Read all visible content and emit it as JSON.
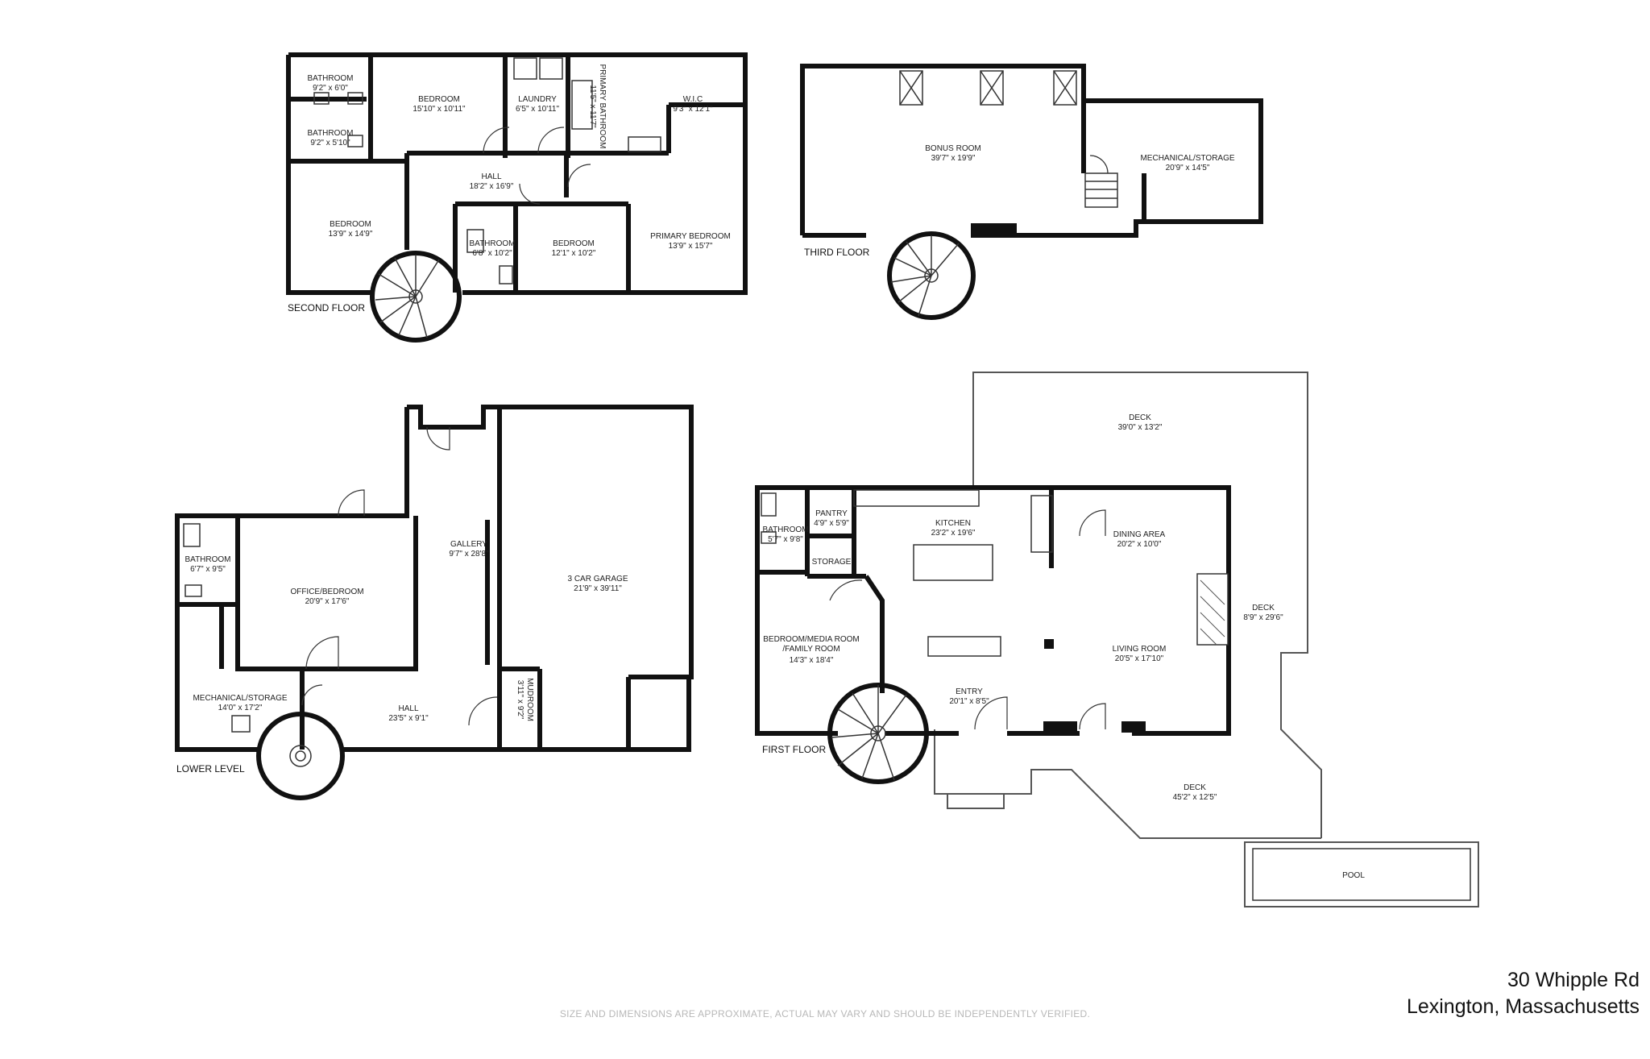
{
  "floors": [
    {
      "label": "SECOND FLOOR",
      "rooms": [
        {
          "name": "BATHROOM",
          "dim": "9'2\" x 6'0\""
        },
        {
          "name": "BEDROOM",
          "dim": "15'10\" x 10'11\""
        },
        {
          "name": "LAUNDRY",
          "dim": "6'5\" x 10'11\""
        },
        {
          "name": "PRIMARY BATHROOM",
          "dim": "11'5\" x 11'7\""
        },
        {
          "name": "W.I.C",
          "dim": "9'3\" x 12'1\""
        },
        {
          "name": "BATHROOM",
          "dim": "9'2\" x 5'10\""
        },
        {
          "name": "HALL",
          "dim": "18'2\" x 16'9\""
        },
        {
          "name": "BEDROOM",
          "dim": "13'9\" x 14'9\""
        },
        {
          "name": "BATHROOM",
          "dim": "6'8\" x 10'2\""
        },
        {
          "name": "BEDROOM",
          "dim": "12'1\" x 10'2\""
        },
        {
          "name": "PRIMARY BEDROOM",
          "dim": "13'9\" x 15'7\""
        }
      ]
    },
    {
      "label": "THIRD FLOOR",
      "rooms": [
        {
          "name": "BONUS ROOM",
          "dim": "39'7\" x 19'9\""
        },
        {
          "name": "MECHANICAL/STORAGE",
          "dim": "20'9\" x 14'5\""
        }
      ]
    },
    {
      "label": "LOWER LEVEL",
      "rooms": [
        {
          "name": "GALLERY",
          "dim": "9'7\" x 28'8\""
        },
        {
          "name": "3 CAR GARAGE",
          "dim": "21'9\" x 39'11\""
        },
        {
          "name": "BATHROOM",
          "dim": "6'7\" x 9'5\""
        },
        {
          "name": "OFFICE/BEDROOM",
          "dim": "20'9\" x 17'6\""
        },
        {
          "name": "MECHANICAL/STORAGE",
          "dim": "14'0\" x 17'2\""
        },
        {
          "name": "HALL",
          "dim": "23'5\" x 9'1\""
        },
        {
          "name": "MUDROOM",
          "dim": "3'11\" x 9'2\""
        }
      ]
    },
    {
      "label": "FIRST FLOOR",
      "rooms": [
        {
          "name": "DECK",
          "dim": "39'0\" x 13'2\""
        },
        {
          "name": "PANTRY",
          "dim": "4'9\" x 5'9\""
        },
        {
          "name": "KITCHEN",
          "dim": "23'2\" x 19'6\""
        },
        {
          "name": "DINING AREA",
          "dim": "20'2\" x 10'0\""
        },
        {
          "name": "BATHROOM",
          "dim": "5'7\" x 9'8\""
        },
        {
          "name": "STORAGE",
          "dim": ""
        },
        {
          "name": "BEDROOM/MEDIA ROOM",
          "dim": "/FAMILY ROOM"
        },
        {
          "name": "14'3\" x 18'4\"",
          "dim": ""
        },
        {
          "name": "DECK",
          "dim": "8'9\" x 29'6\""
        },
        {
          "name": "LIVING ROOM",
          "dim": "20'5\" x 17'10\""
        },
        {
          "name": "ENTRY",
          "dim": "20'1\" x 8'5\""
        },
        {
          "name": "DECK",
          "dim": "45'2\" x 12'5\""
        },
        {
          "name": "POOL",
          "dim": ""
        }
      ]
    }
  ],
  "address": {
    "line1": "30 Whipple Rd",
    "line2": "Lexington, Massachusetts"
  },
  "disclaimer": "SIZE AND DIMENSIONS ARE APPROXIMATE, ACTUAL MAY VARY AND SHOULD BE INDEPENDENTLY VERIFIED."
}
